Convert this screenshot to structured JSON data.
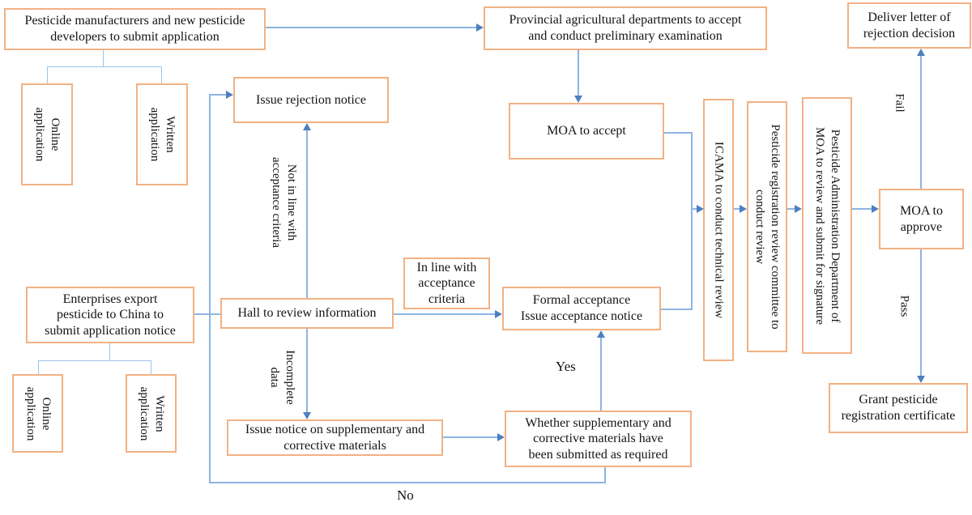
{
  "diagram": {
    "nodes": {
      "pm": {
        "label": "Pesticide manufacturers and new pesticide\ndevelopers to submit application"
      },
      "online1": {
        "label": "Online\napplication"
      },
      "written1": {
        "label": "Written\napplication"
      },
      "provincial": {
        "label": "Provincial agricultural departments to accept\nand conduct preliminary examination"
      },
      "moa_accept": {
        "label": "MOA to accept"
      },
      "deliver": {
        "label": "Deliver letter of\nrejection decision"
      },
      "issue_rejection": {
        "label": "Issue rejection notice"
      },
      "icama": {
        "label": "ICAMA to conduct technical review"
      },
      "committee": {
        "label": "Pesticide registration review committee to\nconduct review"
      },
      "pad": {
        "label": "Pesticide Administration Department of\nMOA to review and submit for signature"
      },
      "moa_approve": {
        "label": "MOA to\napprove"
      },
      "enterprises": {
        "label": "Enterprises export\npesticide to China to\nsubmit application notice"
      },
      "online2": {
        "label": "Online\napplication"
      },
      "written2": {
        "label": "Written\napplication"
      },
      "hall": {
        "label": "Hall to review information"
      },
      "in_line": {
        "label": "In line with\nacceptance\ncriteria"
      },
      "formal": {
        "label": "Formal acceptance\nIssue acceptance notice"
      },
      "issue_notice": {
        "label": "Issue notice on supplementary and\ncorrective materials"
      },
      "whether": {
        "label": "Whether supplementary and\ncorrective materials have\nbeen submitted as required"
      },
      "grant": {
        "label": "Grant pesticide\nregistration certificate"
      }
    },
    "edge_labels": {
      "not_in_line": "Not in line with\nacceptance criteria",
      "incomplete": "Incomplete\ndata",
      "yes": "Yes",
      "no": "No",
      "fail": "Fail",
      "pass": "Pass"
    },
    "colors": {
      "box_border": "#f2b183",
      "line": "#8eb4e2",
      "arrowhead": "#4e7fc1",
      "text": "#141414"
    }
  }
}
